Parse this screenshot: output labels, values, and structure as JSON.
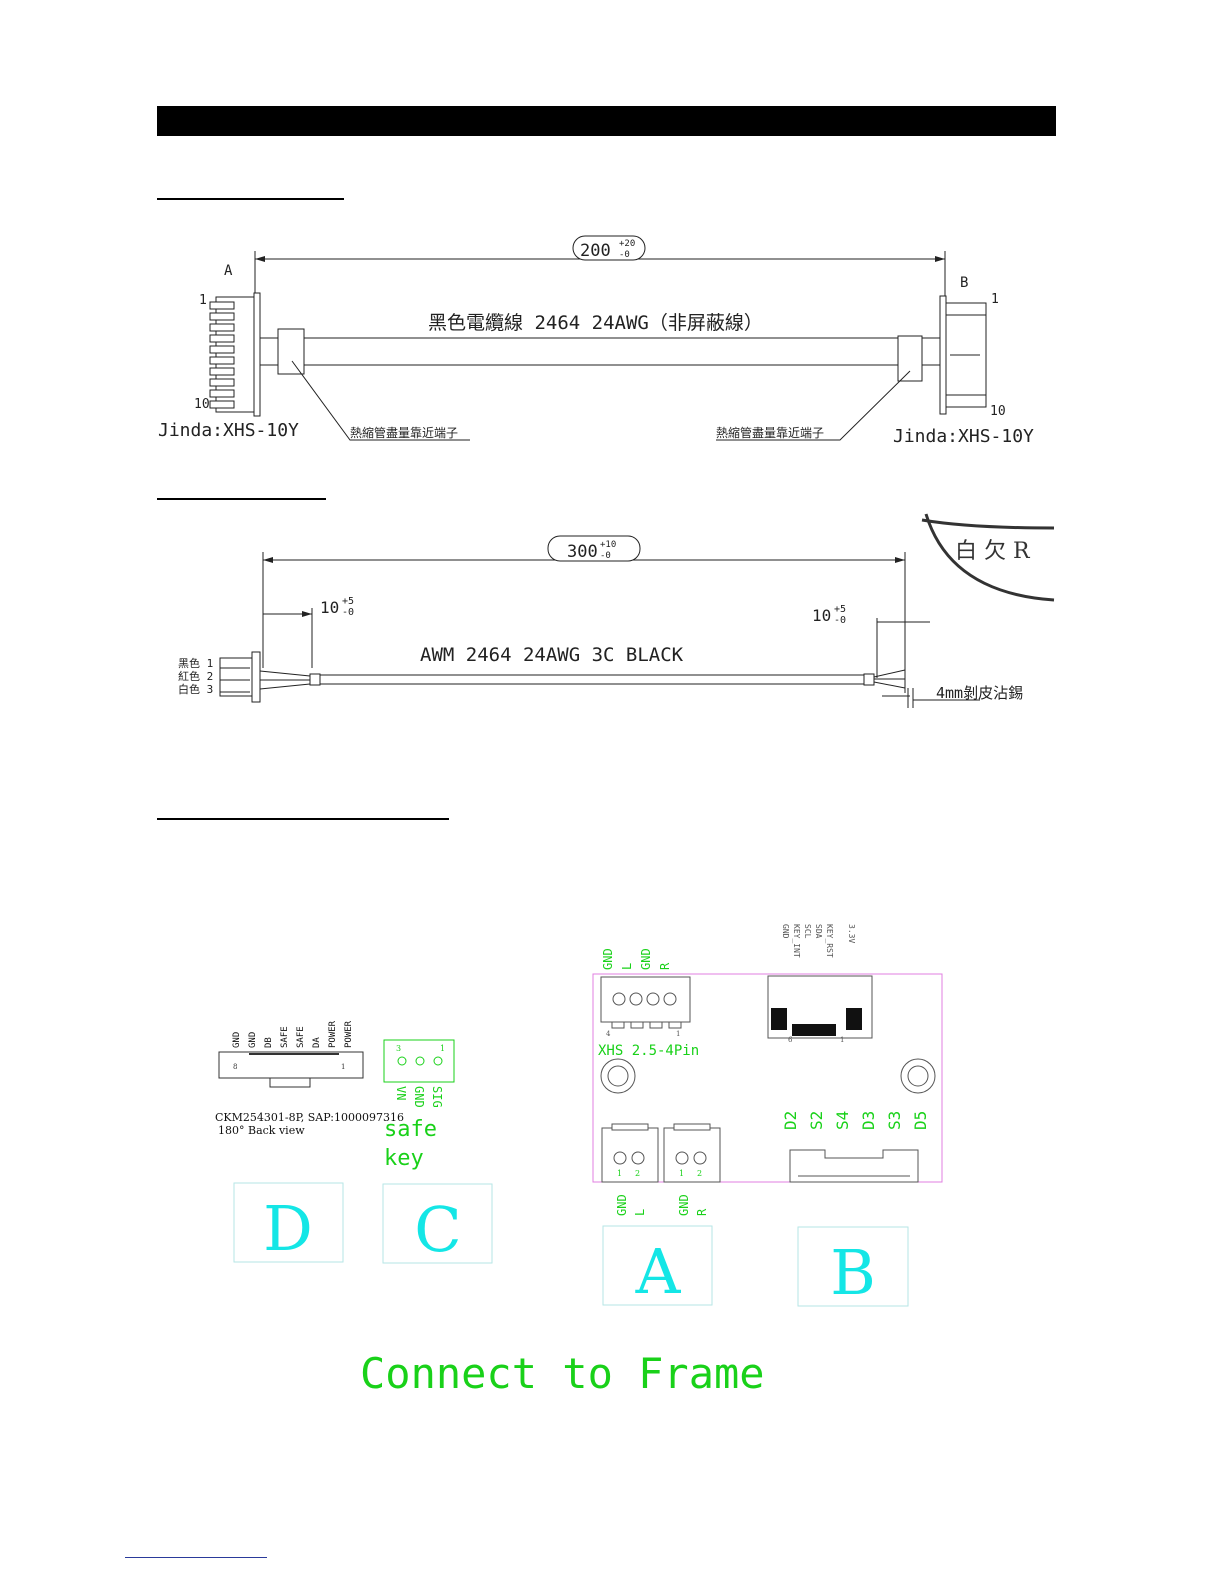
{
  "cable1": {
    "label_a": "A",
    "label_b": "B",
    "pin_first": "1",
    "pin_last": "10",
    "dimension": "200",
    "tol_plus": "+20",
    "tol_minus": "-0",
    "description": "黑色電纜線 2464 24AWG（非屏蔽線）",
    "heat_shrink_note": "熱縮管盡量靠近端子",
    "connector_left": "Jinda:XHS-10Y",
    "connector_right": "Jinda:XHS-10Y"
  },
  "cable2": {
    "dimension": "300",
    "tol_plus": "+10",
    "tol_minus": "-0",
    "strip_left": "10",
    "strip_right": "10",
    "strip_tol_plus": "+5",
    "strip_tol_minus": "-0",
    "description": "AWM 2464 24AWG 3C BLACK",
    "wire1": "黑色 1",
    "wire2": "紅色 2",
    "wire3": "白色 3",
    "tin_note": "4mm剝皮沾錫"
  },
  "board": {
    "conn_d_pins": [
      "GND",
      "GND",
      "DB",
      "SAFE",
      "SAFE",
      "DA",
      "POWER",
      "POWER"
    ],
    "conn_d_part": "CKM254301-8P, SAP:1000097316",
    "conn_d_view": "180° Back view",
    "conn_c_pins": [
      "VN",
      "GND",
      "SIG"
    ],
    "safe_key_1": "safe",
    "safe_key_2": "key",
    "xhs_top_pins": [
      "GND",
      "L",
      "GND",
      "R"
    ],
    "xhs_label": "XHS 2.5-4Pin",
    "i2c_pins": [
      "GND",
      "KEY_INT",
      "SCL",
      "SDA",
      "KEY_RST",
      "3.3V"
    ],
    "b_pins": [
      "D2",
      "S2",
      "S4",
      "D3",
      "S3",
      "D5"
    ],
    "a_left_pins": [
      "GND",
      "L"
    ],
    "a_right_pins": [
      "GND",
      "R"
    ],
    "box_d": "D",
    "box_c": "C",
    "box_a": "A",
    "box_b": "B",
    "caption": "Connect to Frame"
  },
  "colors": {
    "green": "#19d119",
    "cyan": "#14e6e6",
    "board_outline": "#e07fe0"
  }
}
